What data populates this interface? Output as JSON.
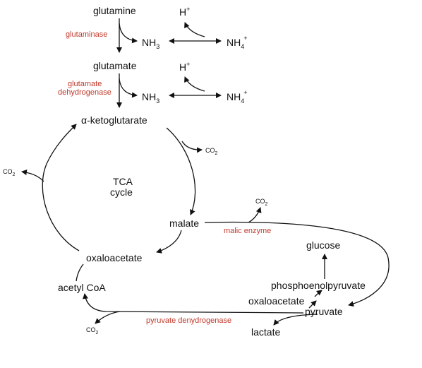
{
  "metabolites": {
    "glutamine": "glutamine",
    "glutamate": "glutamate",
    "alpha_ketoglutarate": "α-ketoglutarate",
    "malate": "malate",
    "oxaloacetate": "oxaloacetate",
    "acetyl_coa": "acetyl CoA",
    "glucose": "glucose",
    "phosphoenolpyruvate": "phosphoenolpyruvate",
    "oxaloacetate_2": "oxaloacetate",
    "pyruvate": "pyruvate",
    "lactate": "lactate"
  },
  "cycle": {
    "line1": "TCA",
    "line2": "cycle"
  },
  "enzymes": {
    "glutaminase": "glutaminase",
    "glutamate_dh_line1": "glutamate",
    "glutamate_dh_line2": "dehydrogenase",
    "malic_enzyme": "malic enzyme",
    "pyruvate_dh": "pyruvate denydrogenase"
  },
  "species": {
    "nh3": "NH",
    "nh3_sub": "3",
    "nh4": "NH",
    "nh4_sub": "4",
    "nh4_sup": "+",
    "h": "H",
    "h_sup": "+",
    "co2": "CO",
    "co2_sub": "2"
  },
  "colors": {
    "enzyme": "#c0392b",
    "line": "#111111"
  }
}
